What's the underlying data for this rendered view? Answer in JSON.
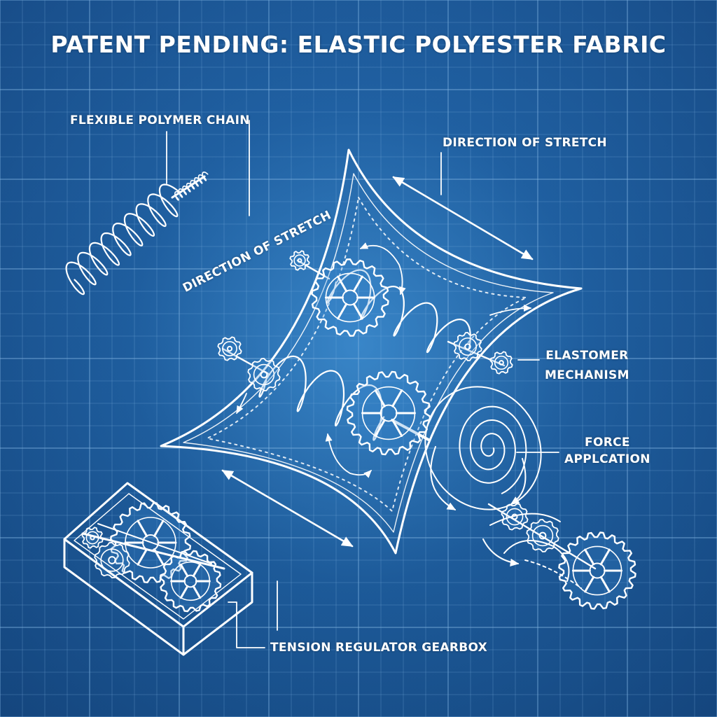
{
  "title": "PATENT PENDING: ELASTIC POLYESTER FABRIC",
  "labels": {
    "flexible_polymer_chain": "FLEXIBLE POLYMER CHAIN",
    "direction_of_stretch_top": "DIRECTION OF STRETCH",
    "direction_of_stretch_diagonal": "DIRECTION OF STRETCH",
    "elastomer_line1": "ELASTOMER",
    "elastomer_line2": "MECHANISM",
    "force_line1": "FORCE",
    "force_line2": "APPLCATION",
    "tension_regulator_gearbox": "TENSION REGULATOR GEARBOX"
  },
  "colors": {
    "background": "#1f5f9f",
    "grid": "#7fb2e0",
    "ink": "#ffffff"
  }
}
